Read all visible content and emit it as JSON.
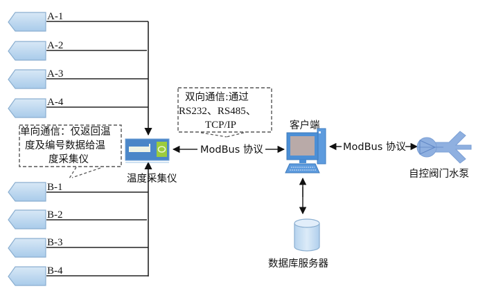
{
  "diagram": {
    "sensors_a": [
      {
        "label": "A-1"
      },
      {
        "label": "A-2"
      },
      {
        "label": "A-3"
      },
      {
        "label": "A-4"
      }
    ],
    "sensors_b": [
      {
        "label": "B-1"
      },
      {
        "label": "B-2"
      },
      {
        "label": "B-3"
      },
      {
        "label": "B-4"
      }
    ],
    "collector": {
      "label": "温度采集仪"
    },
    "client": {
      "label": "客户端"
    },
    "database": {
      "label": "数据库服务器"
    },
    "pump": {
      "label": "自控阀门水泵"
    },
    "links": {
      "collector_client": "ModBus 协议",
      "client_pump": "ModBus 协议"
    },
    "notes": {
      "one_way": [
        "单向通信：仅返回温",
        "度及编号数据给温",
        "度采集仪"
      ],
      "two_way": [
        "双向通信:通过",
        "RS232、RS485、",
        "TCP/IP"
      ]
    },
    "colors": {
      "sensor_fill": "#b9d6ee",
      "sensor_stroke": "#8aaed0",
      "collector_blue": "#4a86c8",
      "collector_green": "#9ccc3c",
      "monitor_blue": "#4c8fd6",
      "screen_fill": "#b9aaa8",
      "db_fill": "#c8dff3",
      "pump_fill": "#8fb0e0",
      "line": "#222222",
      "dash": "#555555"
    }
  }
}
